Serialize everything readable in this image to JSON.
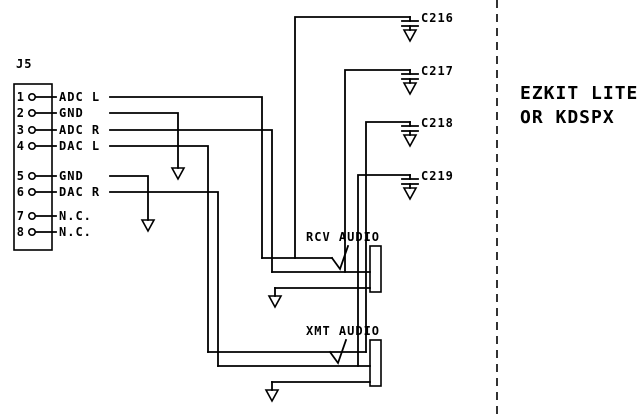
{
  "schematic": {
    "connector": {
      "designator": "J5",
      "pins": [
        {
          "number": "1",
          "label": "ADC L"
        },
        {
          "number": "2",
          "label": "GND"
        },
        {
          "number": "3",
          "label": "ADC R"
        },
        {
          "number": "4",
          "label": "DAC L"
        },
        {
          "number": "5",
          "label": "GND"
        },
        {
          "number": "6",
          "label": "DAC R"
        },
        {
          "number": "7",
          "label": "N.C."
        },
        {
          "number": "8",
          "label": "N.C."
        }
      ]
    },
    "capacitors": [
      {
        "label": "C216"
      },
      {
        "label": "C217"
      },
      {
        "label": "C218"
      },
      {
        "label": "C219"
      }
    ],
    "jacks": [
      {
        "label": "RCV AUDIO"
      },
      {
        "label": "XMT AUDIO"
      }
    ],
    "note": {
      "line1": "EZKIT LITE",
      "line2": "OR KDSPX"
    },
    "colors": {
      "ink": "#000000",
      "paper": "#ffffff"
    }
  }
}
